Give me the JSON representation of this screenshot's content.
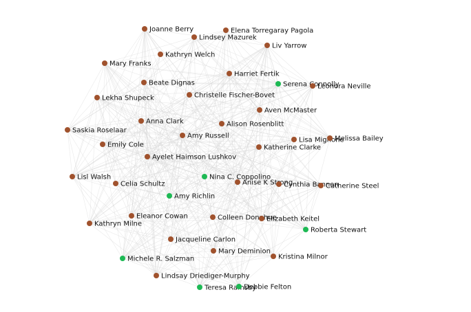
{
  "colors": {
    "brown": "#a0522d",
    "green": "#1db954",
    "edge": "#d7d7d7",
    "label": "#111111",
    "background": "#ffffff"
  },
  "nodes": [
    {
      "id": "joanne-berry",
      "label": "Joanne Berry",
      "color": "brown"
    },
    {
      "id": "elena-torregaray-pagola",
      "label": "Elena Torregaray Pagola",
      "color": "brown"
    },
    {
      "id": "lindsey-mazurek",
      "label": "Lindsey Mazurek",
      "color": "brown"
    },
    {
      "id": "liv-yarrow",
      "label": "Liv Yarrow",
      "color": "brown"
    },
    {
      "id": "kathryn-welch",
      "label": "Kathryn Welch",
      "color": "brown"
    },
    {
      "id": "mary-franks",
      "label": "Mary Franks",
      "color": "brown"
    },
    {
      "id": "harriet-fertik",
      "label": "Harriet Fertik",
      "color": "brown"
    },
    {
      "id": "beate-dignas",
      "label": "Beate Dignas",
      "color": "brown"
    },
    {
      "id": "serena-connolly",
      "label": "Serena Connolly",
      "color": "green"
    },
    {
      "id": "leonora-neville",
      "label": "Leonora Neville",
      "color": "brown"
    },
    {
      "id": "lekha-shupeck",
      "label": "Lekha Shupeck",
      "color": "brown"
    },
    {
      "id": "christelle-fischer-bovet",
      "label": "Christelle Fischer-Bovet",
      "color": "brown"
    },
    {
      "id": "aven-mcmaster",
      "label": "Aven McMaster",
      "color": "brown"
    },
    {
      "id": "anna-clark",
      "label": "Anna Clark",
      "color": "brown"
    },
    {
      "id": "alison-rosenblitt",
      "label": "Alison Rosenblitt",
      "color": "brown"
    },
    {
      "id": "saskia-roselaar",
      "label": "Saskia Roselaar",
      "color": "brown"
    },
    {
      "id": "amy-russell",
      "label": "Amy Russell",
      "color": "brown"
    },
    {
      "id": "lisa-mignone",
      "label": "Lisa Mignone",
      "color": "brown"
    },
    {
      "id": "melissa-bailey",
      "label": "Melissa Bailey",
      "color": "brown"
    },
    {
      "id": "emily-cole",
      "label": "Emily Cole",
      "color": "brown"
    },
    {
      "id": "katherine-clarke",
      "label": "Katherine Clarke",
      "color": "brown"
    },
    {
      "id": "ayelet-haimson-lushkov",
      "label": "Ayelet Haimson Lushkov",
      "color": "brown"
    },
    {
      "id": "lisl-walsh",
      "label": "Lisl Walsh",
      "color": "brown"
    },
    {
      "id": "nina-c-coppolino",
      "label": "Nina C. Coppolino",
      "color": "green"
    },
    {
      "id": "celia-schultz",
      "label": "Celia Schultz",
      "color": "brown"
    },
    {
      "id": "anise-k-strong",
      "label": "Anise K Strong",
      "color": "brown"
    },
    {
      "id": "cynthia-bannon",
      "label": "Cynthia Bannon",
      "color": "brown"
    },
    {
      "id": "catherine-steel",
      "label": "Catherine Steel",
      "color": "brown"
    },
    {
      "id": "amy-richlin",
      "label": "Amy Richlin",
      "color": "green"
    },
    {
      "id": "eleanor-cowan",
      "label": "Eleanor Cowan",
      "color": "brown"
    },
    {
      "id": "colleen-donahue",
      "label": "Colleen Donahue",
      "color": "brown"
    },
    {
      "id": "elizabeth-keitel",
      "label": "Elizabeth Keitel",
      "color": "brown"
    },
    {
      "id": "kathryn-milne",
      "label": "Kathryn Milne",
      "color": "brown"
    },
    {
      "id": "roberta-stewart",
      "label": "Roberta Stewart",
      "color": "green"
    },
    {
      "id": "jacqueline-carlon",
      "label": "Jacqueline Carlon",
      "color": "brown"
    },
    {
      "id": "mary-deminion",
      "label": "Mary Deminion",
      "color": "brown"
    },
    {
      "id": "michele-r-salzman",
      "label": "Michele R. Salzman",
      "color": "green"
    },
    {
      "id": "kristina-milnor",
      "label": "Kristina Milnor",
      "color": "brown"
    },
    {
      "id": "lindsay-driediger-murphy",
      "label": "Lindsay Driediger-Murphy",
      "color": "brown"
    },
    {
      "id": "teresa-ramsby",
      "label": "Teresa Ramsby",
      "color": "green"
    },
    {
      "id": "debbie-felton",
      "label": "Debbie Felton",
      "color": "green"
    }
  ]
}
